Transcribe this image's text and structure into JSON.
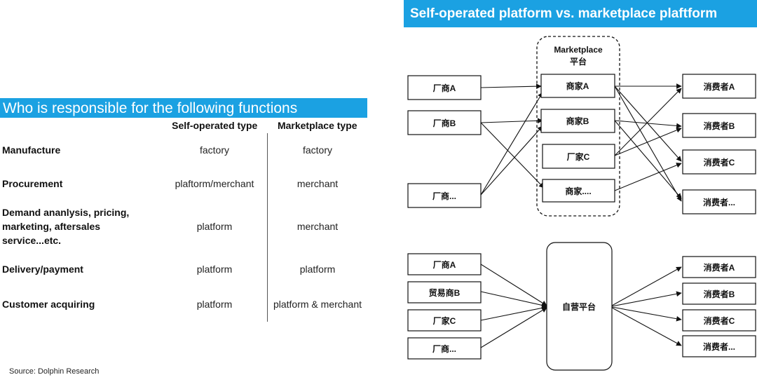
{
  "left": {
    "title": "Who is responsible for the following functions",
    "columns": [
      "Self-operated type",
      "Marketplace type"
    ],
    "rows": [
      {
        "label": "Manufacture",
        "self": "factory",
        "market": "factory"
      },
      {
        "label": "Procurement",
        "self": "plaftorm/merchant",
        "market": "merchant"
      },
      {
        "label": "Demand ananlysis, pricing, marketing, aftersales service...etc.",
        "self": "platform",
        "market": "merchant"
      },
      {
        "label": "Delivery/payment",
        "self": "platform",
        "market": "platform"
      },
      {
        "label": "Customer acquiring",
        "self": "platform",
        "market": "platform & merchant"
      }
    ]
  },
  "source": "Source:  Dolphin Research",
  "right": {
    "title": "Self-operated platform vs. marketplace plaftform",
    "marketplace": {
      "group_label_1": "Marketplace",
      "group_label_2": "平台",
      "left_nodes": [
        "厂商A",
        "厂商B",
        "厂商..."
      ],
      "middle_nodes": [
        "商家A",
        "商家B",
        "厂家C",
        "商家...."
      ],
      "right_nodes": [
        "消费者A",
        "消费者B",
        "消费者C",
        "消费者..."
      ]
    },
    "self_operated": {
      "left_nodes": [
        "厂商A",
        "贸易商B",
        "厂家C",
        "厂商..."
      ],
      "center_node": "自营平台",
      "right_nodes": [
        "消费者A",
        "消费者B",
        "消费者C",
        "消费者..."
      ]
    }
  }
}
